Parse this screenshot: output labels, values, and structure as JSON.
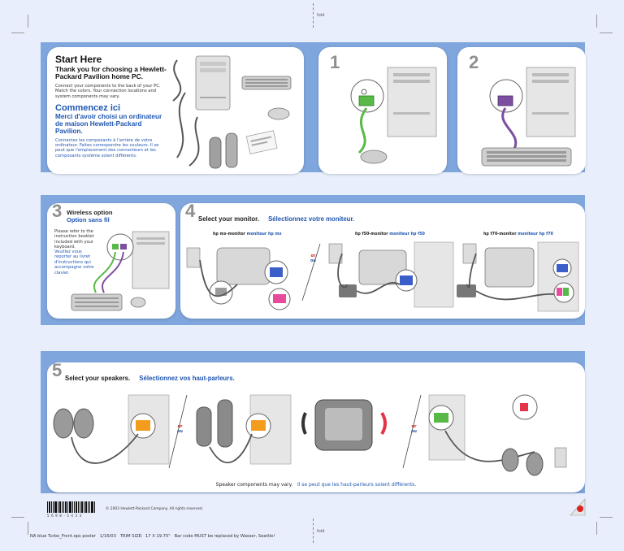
{
  "fold_label": "fold",
  "panel_start": {
    "title": "Start Here",
    "thank_you": "Thank you for choosing a Hewlett-Packard Pavilion home PC.",
    "instructions": "Connect your components to the back of your PC. Match the colors. Your connection locations and system components may vary.",
    "title_fr": "Commencez ici",
    "thank_you_fr": "Merci d'avoir choisi un ordinateur de maison Hewlett-Packard Pavilion.",
    "instructions_fr": "Connectez les composants à l'arrière de votre ordinateur. Faites correspondre les couleurs. Il se peut que l'emplacement des connecteurs et les composants système soient différents."
  },
  "step1": {
    "number": "1"
  },
  "step2": {
    "number": "2"
  },
  "step3": {
    "number": "3",
    "title": "Wireless option",
    "title_fr": "Option sans fil",
    "text": "Please refer to the instruction booklet included with your keyboard.",
    "text_fr": "Veuillez vous reporter au livret d'instructions qui accompagne votre clavier."
  },
  "step4": {
    "number": "4",
    "title": "Select your monitor.",
    "title_fr": "Sélectionnez votre moniteur.",
    "options": [
      {
        "en": "hp mx-monitor",
        "fr": "moniteur hp mx"
      },
      {
        "en": "hp f50-monitor",
        "fr": "moniteur hp f50"
      },
      {
        "en": "hp f70-monitor",
        "fr": "moniteur hp f70"
      }
    ],
    "or_en": "or",
    "or_fr": "ou"
  },
  "step5": {
    "number": "5",
    "title": "Select your speakers.",
    "title_fr": "Sélectionnez vos haut-parleurs.",
    "or_en": "or",
    "or_fr": "ou",
    "note": "Speaker components may vary.",
    "note_fr": "Il se peut que les haut-parleurs soient différents."
  },
  "footer": {
    "barcode_digits": "5  6  9  8  -  5  4  3  3",
    "copyright": "© 2003 Hewlett-Packard Company. All rights reserved.",
    "slug": "NA blue Turbo_Front.eps poster   1/16/03   TRIM SIZE:  17 X 19.75\"   Bar code MUST be replaced by Wasser, Seattle!"
  },
  "colors": {
    "background_blue": "#7fa6dd",
    "heading_blue": "#1f56b0",
    "port_green": "#58b947",
    "port_purple": "#7d4fa0",
    "port_blue": "#3b5fc9",
    "port_orange": "#f39c1e",
    "port_pink": "#e84b9b",
    "step_number_gray": "#8f8f8f"
  }
}
